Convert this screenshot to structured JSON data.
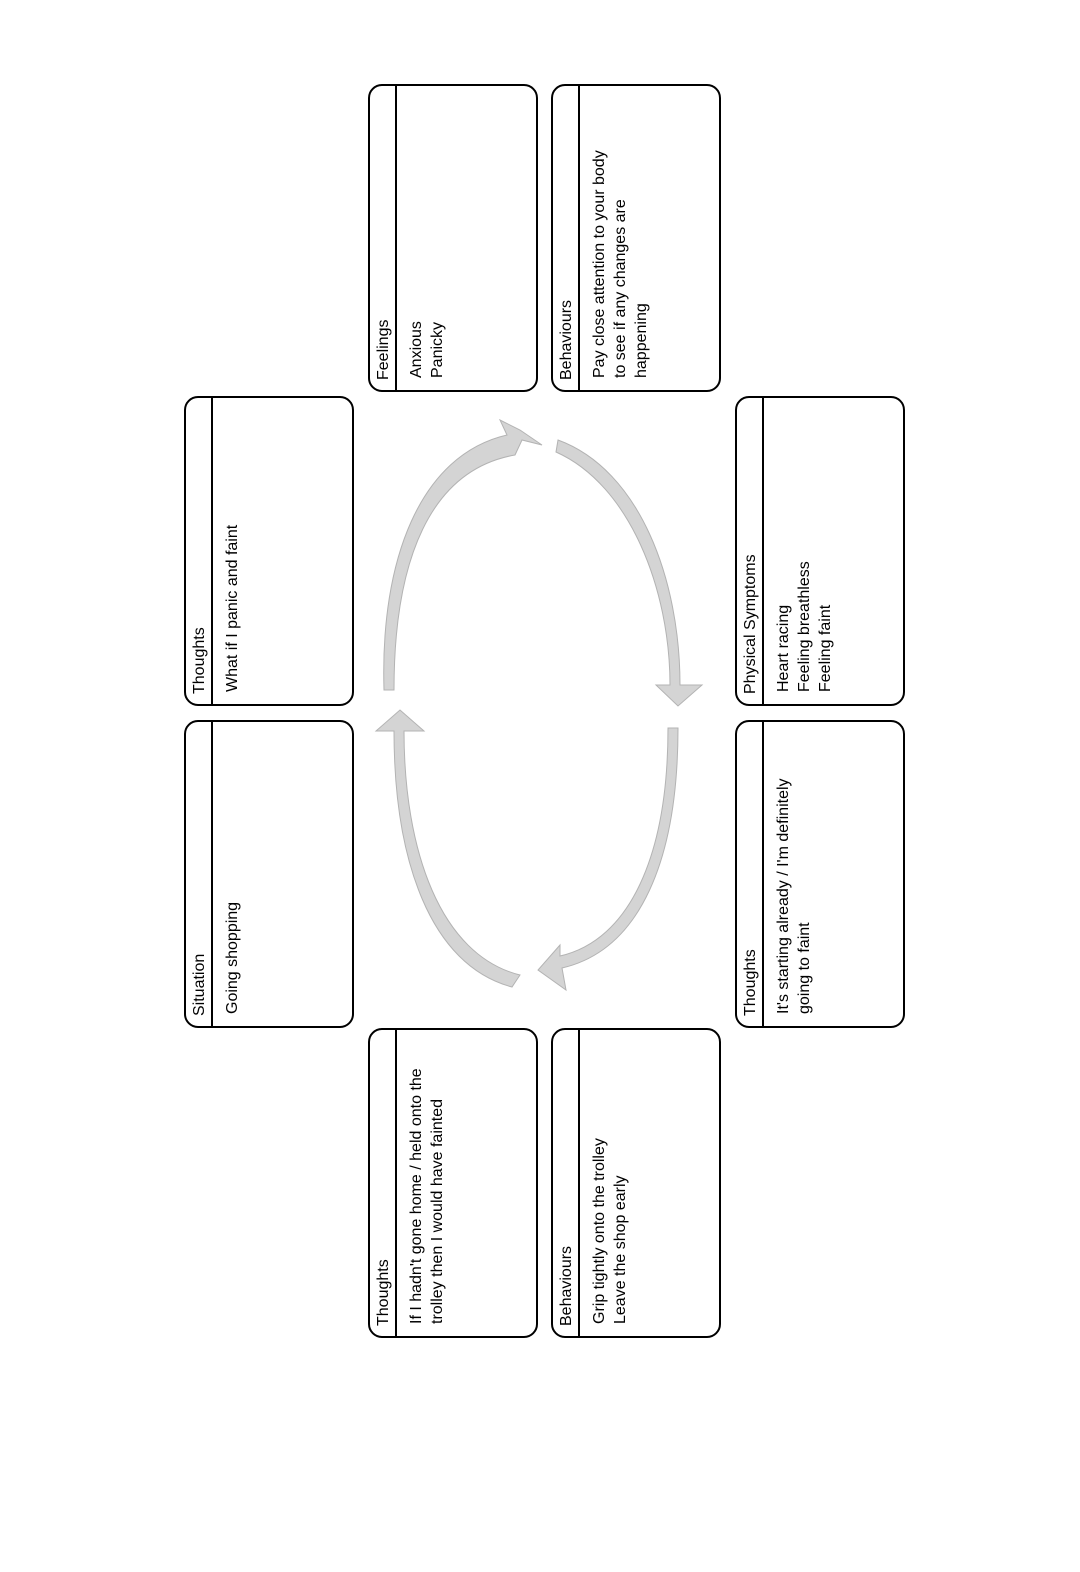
{
  "boxes": {
    "situation": {
      "header": "Situation",
      "lines": [
        "Going shopping"
      ]
    },
    "thoughts_top": {
      "header": "Thoughts",
      "lines": [
        "What if I panic and faint"
      ]
    },
    "feelings": {
      "header": "Feelings",
      "lines": [
        "Anxious",
        "Panicky"
      ]
    },
    "behaviours_top": {
      "header": "Behaviours",
      "lines": [
        "Pay close attention to your body",
        "to see if any changes are",
        "happening"
      ]
    },
    "physical": {
      "header": "Physical Symptoms",
      "lines": [
        "Heart racing",
        "Feeling breathless",
        "Feeling faint"
      ]
    },
    "thoughts_right": {
      "header": "Thoughts",
      "lines": [
        "It's starting already / I'm definitely",
        "going to faint"
      ]
    },
    "behaviours_bottom": {
      "header": "Behaviours",
      "lines": [
        "Grip tightly onto the trolley",
        "Leave the shop early"
      ]
    },
    "thoughts_bottom": {
      "header": "Thoughts",
      "lines": [
        "If I hadn't gone home / held onto the",
        "trolley then I would have fainted"
      ]
    }
  },
  "colors": {
    "arrow_fill": "#d4d4d4",
    "arrow_stroke": "#b3b3b3",
    "border": "#000000"
  }
}
